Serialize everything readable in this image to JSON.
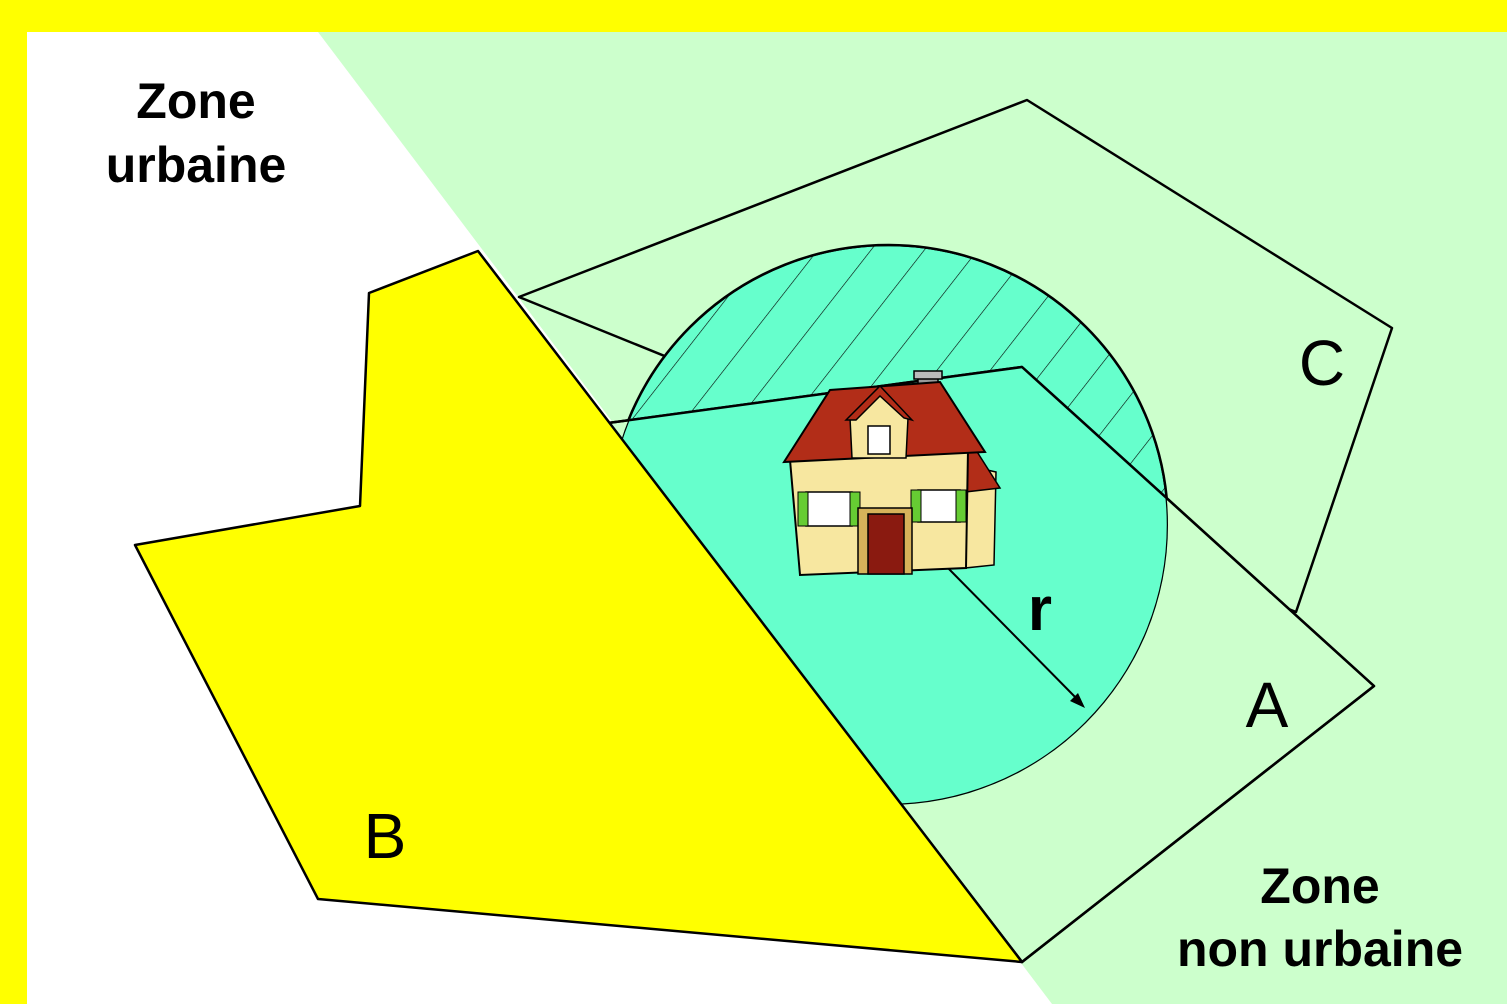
{
  "zones": {
    "urban": {
      "line1": "Zone",
      "line2": "urbaine"
    },
    "non_urban": {
      "line1": "Zone",
      "line2": "non urbaine"
    }
  },
  "parcels": {
    "a": "A",
    "b": "B",
    "c": "C"
  },
  "radius_label": "r",
  "icons": {
    "house": "house-icon"
  },
  "colors": {
    "frame": "#ffff00",
    "non_urban_fill": "#ccffcc",
    "buffer_fill": "#66ffcc",
    "parcel_b_fill": "#ffff00",
    "stroke": "#000000",
    "roof": "#b22d18",
    "wall": "#f7e7a0",
    "shutter": "#66cc33",
    "door": "#8a1a10"
  }
}
